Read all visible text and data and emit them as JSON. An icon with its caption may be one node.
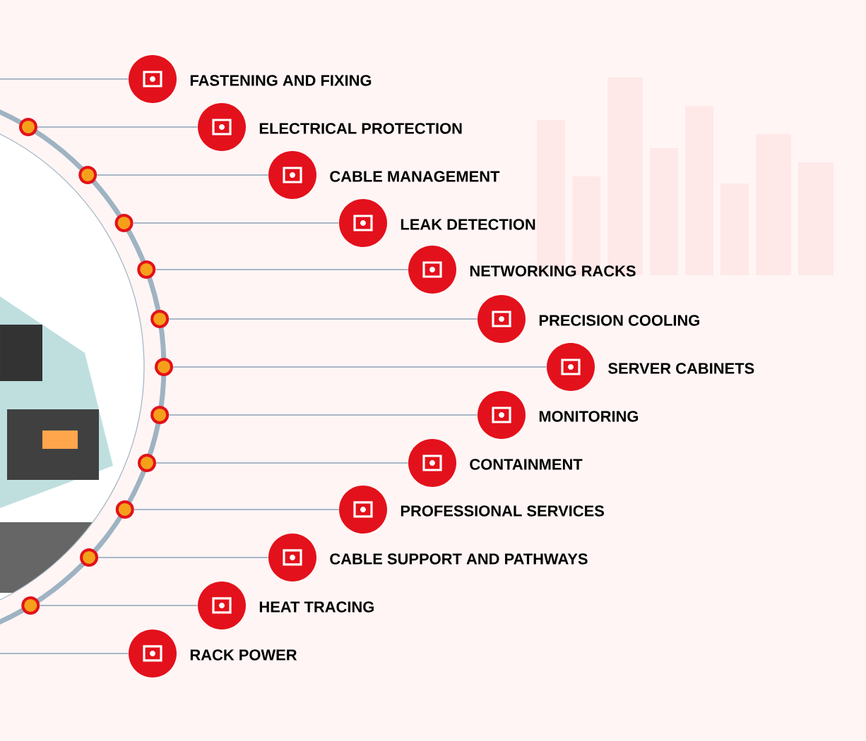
{
  "diagram": {
    "nodes": [
      {
        "text": [],
        "shape": "circle",
        "beside": [
          "FASTENING AND FIXING"
        ]
      },
      {
        "text": [],
        "shape": "circle"
      },
      {
        "text": [],
        "shape": "circle",
        "beside": [
          "ELECTRICAL PROTECTION"
        ]
      },
      {
        "text": [],
        "shape": "circle"
      },
      {
        "text": [],
        "shape": "circle",
        "beside": [
          "CABLE MANAGEMENT"
        ]
      },
      {
        "text": [],
        "shape": "circle"
      },
      {
        "text": [],
        "shape": "circle",
        "beside": [
          "LEAK DETECTION"
        ]
      },
      {
        "text": [],
        "shape": "circle"
      },
      {
        "text": [],
        "shape": "circle",
        "beside": [
          "NETWORKING RACKS"
        ]
      },
      {
        "text": [],
        "shape": "circle"
      },
      {
        "text": [],
        "shape": "circle",
        "beside": [
          "PRECISION COOLING"
        ]
      },
      {
        "text": [],
        "shape": "circle"
      },
      {
        "text": [],
        "shape": "circle",
        "beside": [
          "SERVER CABINETS"
        ]
      },
      {
        "text": [],
        "shape": "circle"
      },
      {
        "text": [],
        "shape": "circle",
        "beside": [
          "MONITORING"
        ]
      },
      {
        "text": [],
        "shape": "circle"
      },
      {
        "text": [],
        "shape": "circle",
        "beside": [
          "CONTAINMENT"
        ]
      },
      {
        "text": [],
        "shape": "circle"
      },
      {
        "text": [],
        "shape": "circle",
        "beside": [
          "PROFESSIONAL SERVICES"
        ]
      },
      {
        "text": [],
        "shape": "circle"
      },
      {
        "text": [],
        "shape": "circle",
        "beside": [
          "CABLE SUPPORT AND PATHWAYS"
        ]
      },
      {
        "text": [],
        "shape": "circle"
      },
      {
        "text": [],
        "shape": "circle",
        "beside": [
          "HEAT TRACING"
        ]
      },
      {
        "text": [],
        "shape": "circle",
        "beside": [
          "RACK POWER"
        ]
      }
    ],
    "edges": [
      {
        "from": null,
        "to": 0,
        "arrow": "none"
      },
      {
        "from": 1,
        "to": 2,
        "arrow": "none"
      },
      {
        "from": 3,
        "to": 4,
        "arrow": "none"
      },
      {
        "from": 5,
        "to": 6,
        "arrow": "none"
      },
      {
        "from": 7,
        "to": 8,
        "arrow": "none"
      },
      {
        "from": 9,
        "to": 10,
        "arrow": "none"
      },
      {
        "from": 11,
        "to": 12,
        "arrow": "none"
      },
      {
        "from": 13,
        "to": 14,
        "arrow": "none"
      },
      {
        "from": 15,
        "to": 16,
        "arrow": "none"
      },
      {
        "from": 17,
        "to": 18,
        "arrow": "none"
      },
      {
        "from": 19,
        "to": 20,
        "arrow": "none"
      },
      {
        "from": 21,
        "to": 22,
        "arrow": "none"
      },
      {
        "from": null,
        "to": 23,
        "arrow": "none"
      }
    ]
  }
}
